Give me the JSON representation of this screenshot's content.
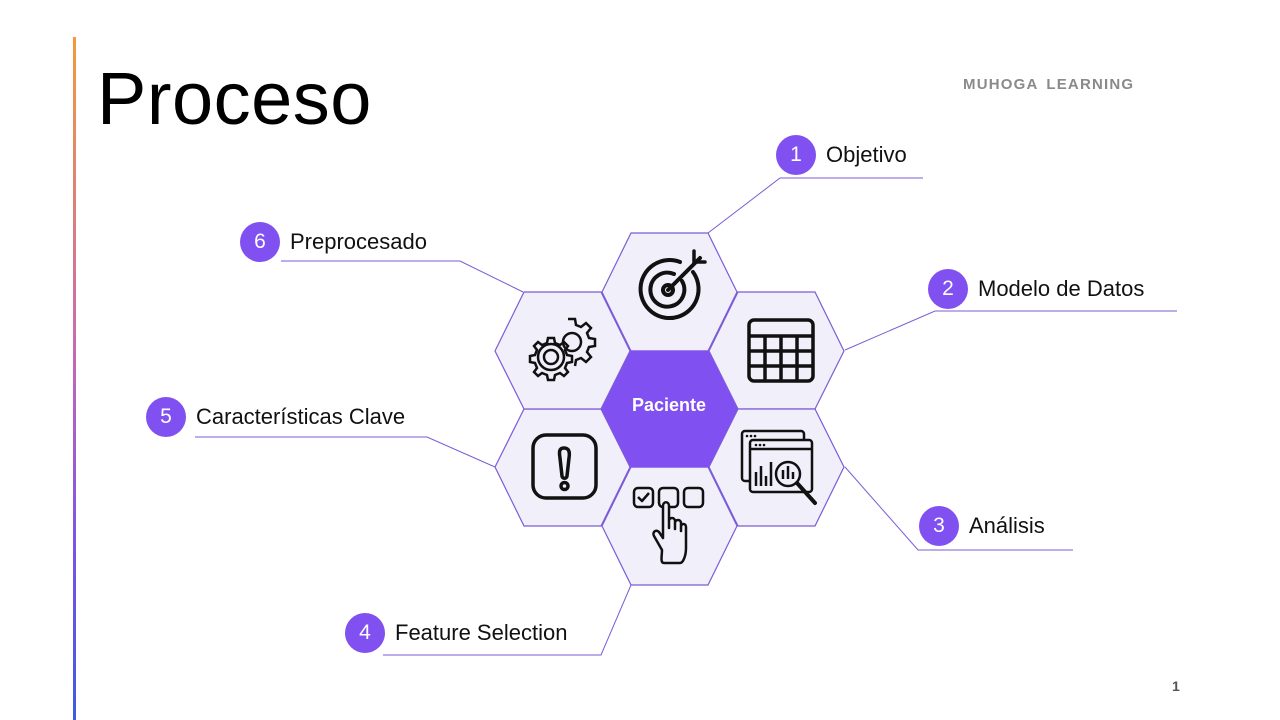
{
  "slide": {
    "title": "Proceso",
    "brand": "MUHOGA  LEARNING",
    "page_number": "1"
  },
  "center": {
    "label": "Paciente"
  },
  "steps": [
    {
      "number": "1",
      "label": "Objetivo",
      "icon": "target-icon"
    },
    {
      "number": "2",
      "label": "Modelo de Datos",
      "icon": "table-grid-icon"
    },
    {
      "number": "3",
      "label": "Análisis",
      "icon": "data-analysis-icon"
    },
    {
      "number": "4",
      "label": "Feature Selection",
      "icon": "checklist-select-icon"
    },
    {
      "number": "5",
      "label": "Características Clave",
      "icon": "exclamation-icon"
    },
    {
      "number": "6",
      "label": "Preprocesado",
      "icon": "gears-icon"
    }
  ],
  "colors": {
    "accent": "#8050f0",
    "hex_fill": "#f1effa",
    "hex_stroke": "#7b5cd6"
  }
}
